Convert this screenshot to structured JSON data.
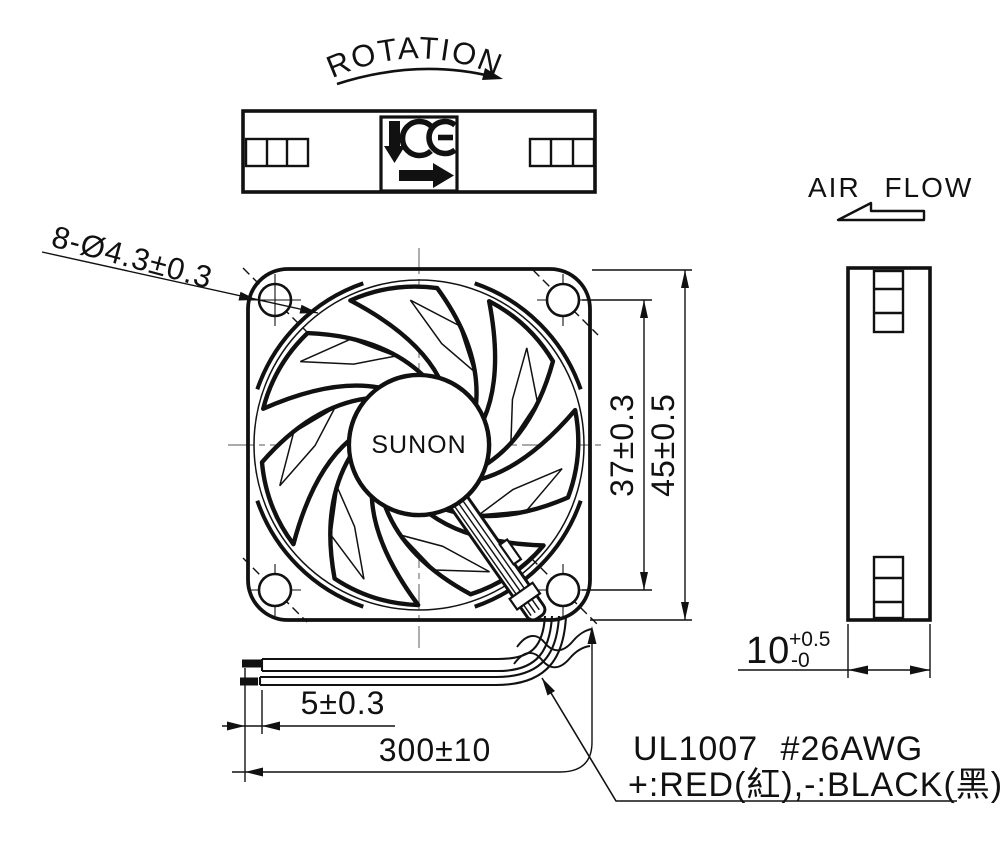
{
  "labels": {
    "rotation": "ROTATION",
    "air_flow": "AIR FLOW",
    "brand": "SUNON"
  },
  "dimensions": {
    "mounting_holes": "8-Ø4.3±0.3",
    "hole_pitch": "37±0.3",
    "frame_size": "45±0.5",
    "frame_thickness": "10",
    "thickness_tol_upper": "+0.5",
    "thickness_tol_lower": "-0",
    "lead_strip_length": "5±0.3",
    "lead_wire_length": "300±10"
  },
  "wire_spec": {
    "line1": "UL1007 #26AWG",
    "line2": "+:RED(紅),-:BLACK(黑)"
  },
  "colors": {
    "line": "#111111",
    "background": "#ffffff",
    "centerline": "#777777"
  }
}
